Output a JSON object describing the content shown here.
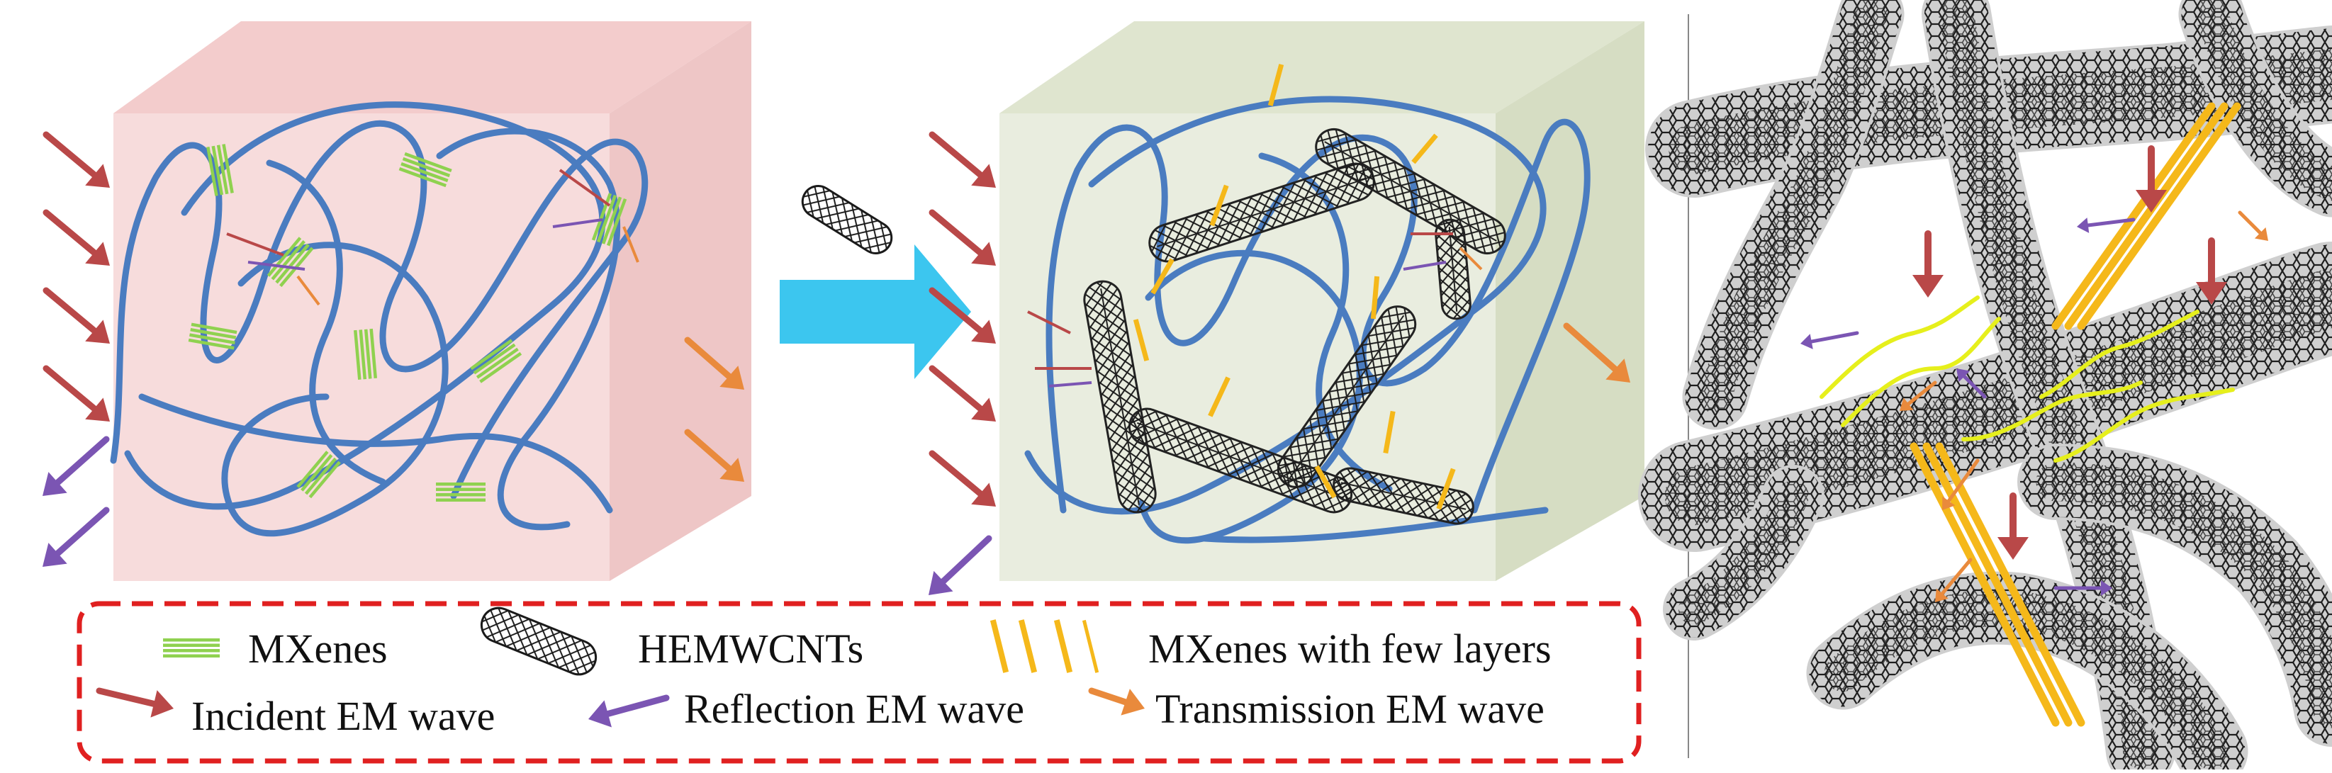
{
  "colors": {
    "cube_pink_front": "#f7dcdc",
    "cube_pink_top": "#f3cccc",
    "cube_pink_side": "#eec6c6",
    "cube_green_front": "#e9eddf",
    "cube_green_top": "#dfe5cf",
    "cube_green_side": "#d6ddc3",
    "polymer_chain": "#4a7cc0",
    "mxene": "#8fd14f",
    "few_layer_mxene": "#f5b81a",
    "cnt": "#222222",
    "process_arrow": "#3cc6ef",
    "incident_wave": "#b94848",
    "reflection_wave": "#7b55b3",
    "transmission_wave": "#e98a3c",
    "legend_border": "#e02020",
    "yellow_path": "#e6ef1c"
  },
  "legend": {
    "mxenes": "MXenes",
    "hemwcnts": "HEMWCNTs",
    "few_layers": "MXenes with few layers",
    "incident": "Incident EM wave",
    "reflection": "Reflection EM wave",
    "transmission": "Transmission EM wave"
  },
  "icons": {
    "process_arrow": "right-arrow-icon",
    "cnt_symbol": "nanotube-icon"
  }
}
